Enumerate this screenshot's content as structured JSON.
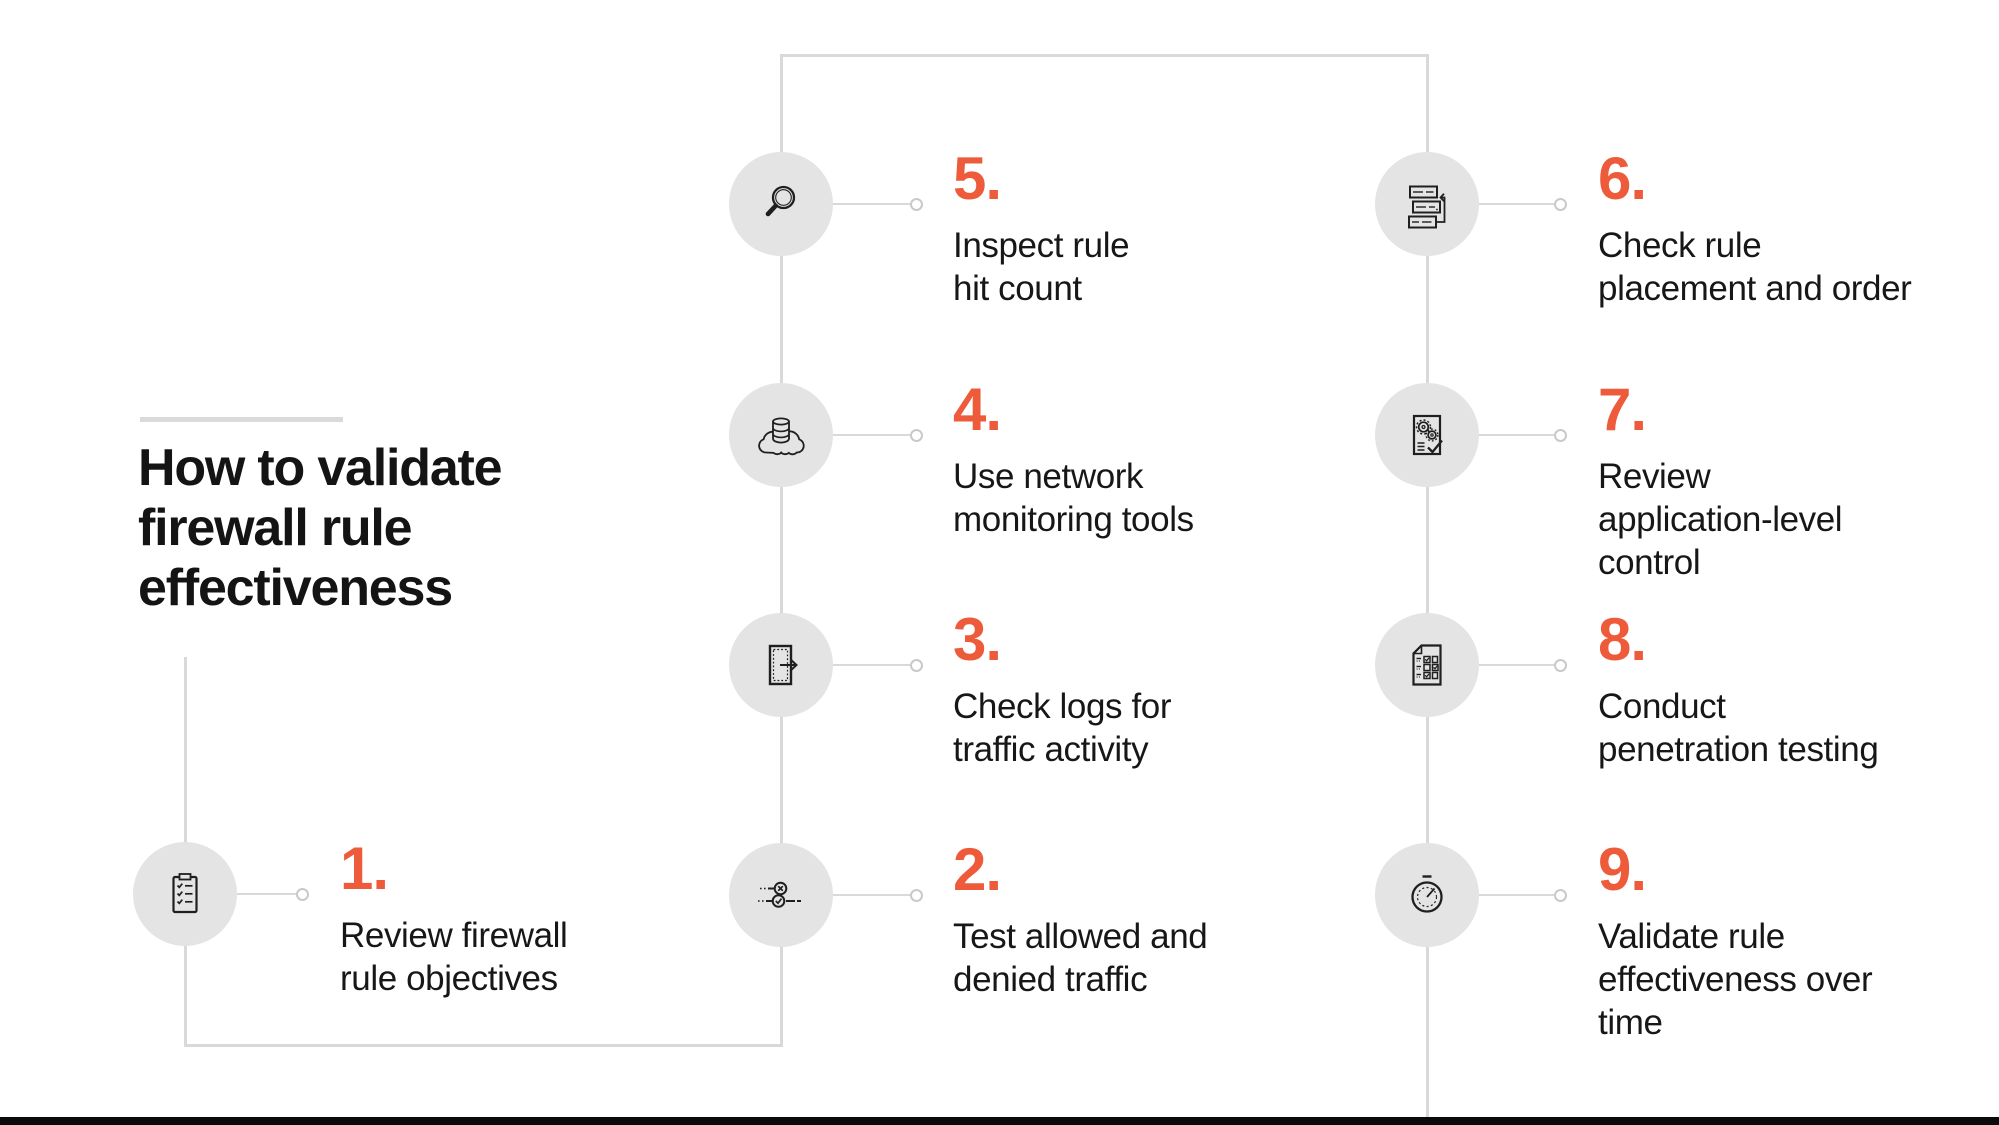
{
  "title": {
    "text": "How to validate\nfirewall rule\neffectiveness"
  },
  "colors": {
    "background": "#ffffff",
    "accent_number": "#ee5b3b",
    "circle_fill": "#e4e4e4",
    "connector_line": "#d9d9d9",
    "ring_border": "#c9c9c9",
    "title_text": "#141414",
    "body_text": "#171717",
    "icon_stroke": "#1f1f1f",
    "bottom_bar": "#0a0a0a",
    "title_rule": "#dadada"
  },
  "steps": [
    {
      "number": "1.",
      "label": "Review firewall\nrule objectives",
      "icon": "clipboard-checklist-icon"
    },
    {
      "number": "2.",
      "label": "Test allowed and\ndenied traffic",
      "icon": "allow-deny-traffic-icon"
    },
    {
      "number": "3.",
      "label": "Check logs for\ntraffic activity",
      "icon": "log-exit-arrow-icon"
    },
    {
      "number": "4.",
      "label": "Use network\nmonitoring tools",
      "icon": "cloud-database-icon"
    },
    {
      "number": "5.",
      "label": "Inspect rule\nhit count",
      "icon": "magnifier-icon"
    },
    {
      "number": "6.",
      "label": "Check rule\nplacement and order",
      "icon": "rule-order-icon"
    },
    {
      "number": "7.",
      "label": "Review\napplication-level\ncontrol",
      "icon": "document-gears-check-icon"
    },
    {
      "number": "8.",
      "label": "Conduct\npenetration testing",
      "icon": "pentest-checklist-icon"
    },
    {
      "number": "9.",
      "label": "Validate rule\neffectiveness over\ntime",
      "icon": "stopwatch-icon"
    }
  ]
}
